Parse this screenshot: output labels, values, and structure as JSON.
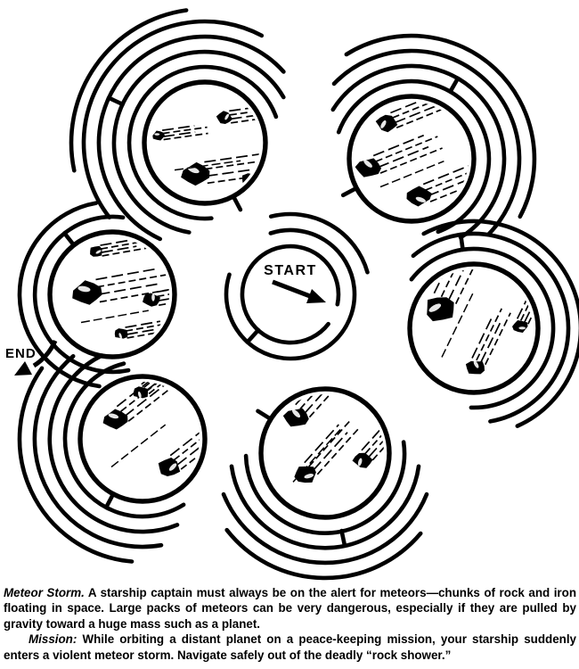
{
  "maze": {
    "start_label": "START",
    "end_label": "END"
  },
  "caption": {
    "paragraph1": {
      "lead": "Meteor Storm.",
      "text": "A starship captain must always be on the alert for meteors—chunks of rock and iron floating in space. Large packs of meteors can be very dangerous, especially if they are pulled by gravity toward a huge mass such as a planet."
    },
    "paragraph2": {
      "lead": "Mission:",
      "text": "While orbiting a distant planet on a peace-keeping mission, your starship suddenly enters a violent meteor storm. Navigate safely out of the deadly “rock shower.”"
    }
  },
  "colors": {
    "ink": "#000000",
    "paper": "#ffffff"
  }
}
